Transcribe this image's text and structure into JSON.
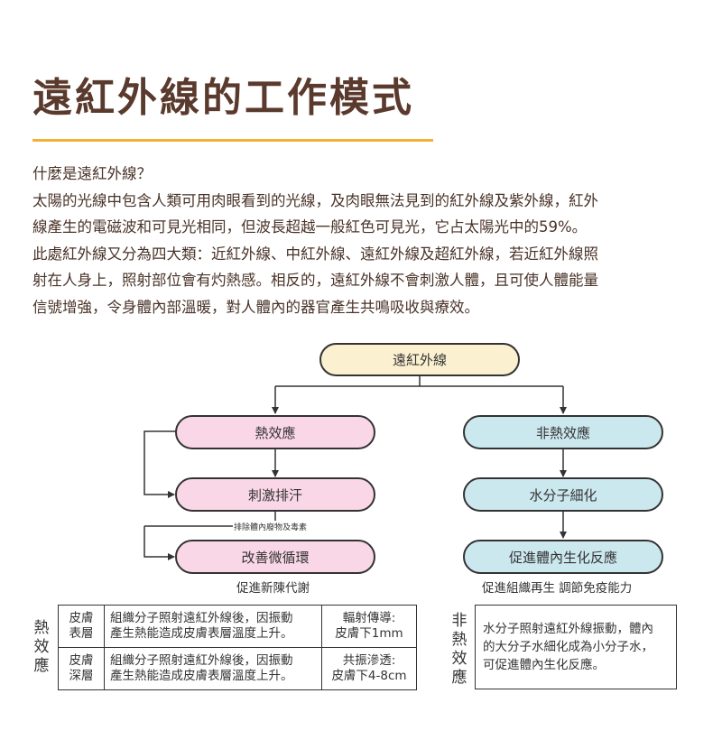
{
  "title": "遠紅外線的工作模式",
  "intro": {
    "question": "什麼是遠紅外線？",
    "lines": [
      "太陽的光線中包含人類可用肉眼看到的光線，及肉眼無法見到的紅外線及紫外線，紅外",
      "線產生的電磁波和可見光相同，但波長超越一般紅色可見光，它占太陽光中的59%。",
      "此處紅外線又分為四大類：近紅外線、中紅外線、遠紅外線及超紅外線，若近紅外線照",
      "射在人身上，照射部位會有灼熱感。相反的，遠紅外線不會刺激人體，且可使人體能量",
      "信號增強，令身體內部溫暖，對人體內的器官產生共鳴吸收與療效。"
    ]
  },
  "flow": {
    "root": "遠紅外線",
    "left": {
      "n1": "熱效應",
      "n2": "刺激排汗",
      "note": "排除體內廢物及毒素",
      "n3": "改善微循環",
      "caption": "促進新陳代謝"
    },
    "right": {
      "n1": "非熱效應",
      "n2": "水分子細化",
      "n3": "促進體內生化反應",
      "caption": "促進組織再生 調節免疫能力"
    }
  },
  "table_left": {
    "label": [
      "熱",
      "效",
      "應"
    ],
    "rows": [
      {
        "layer": [
          "皮膚",
          "表層"
        ],
        "desc": [
          "組織分子照射遠紅外線後，因振動",
          "產生熱能造成皮膚表層溫度上升。"
        ],
        "mode": [
          "輻射傳導:",
          "皮膚下1mm"
        ]
      },
      {
        "layer": [
          "皮膚",
          "深層"
        ],
        "desc": [
          "組織分子照射遠紅外線後，因振動",
          "產生熱能造成皮膚表層溫度上升。"
        ],
        "mode": [
          "共振滲透:",
          "皮膚下4-8cm"
        ]
      }
    ]
  },
  "table_right": {
    "label": [
      "非",
      "熱",
      "效",
      "應"
    ],
    "lines": [
      "水分子照射遠紅外線振動，體內",
      "的大分子水細化成為小分子水，",
      "可促進體內生化反應。"
    ]
  },
  "colors": {
    "title": "#5b3a2e",
    "rule": "#f2b135",
    "root_fill": "#fbf0cf",
    "pink_fill": "#f9d7e6",
    "blue_fill": "#cce8ef"
  }
}
